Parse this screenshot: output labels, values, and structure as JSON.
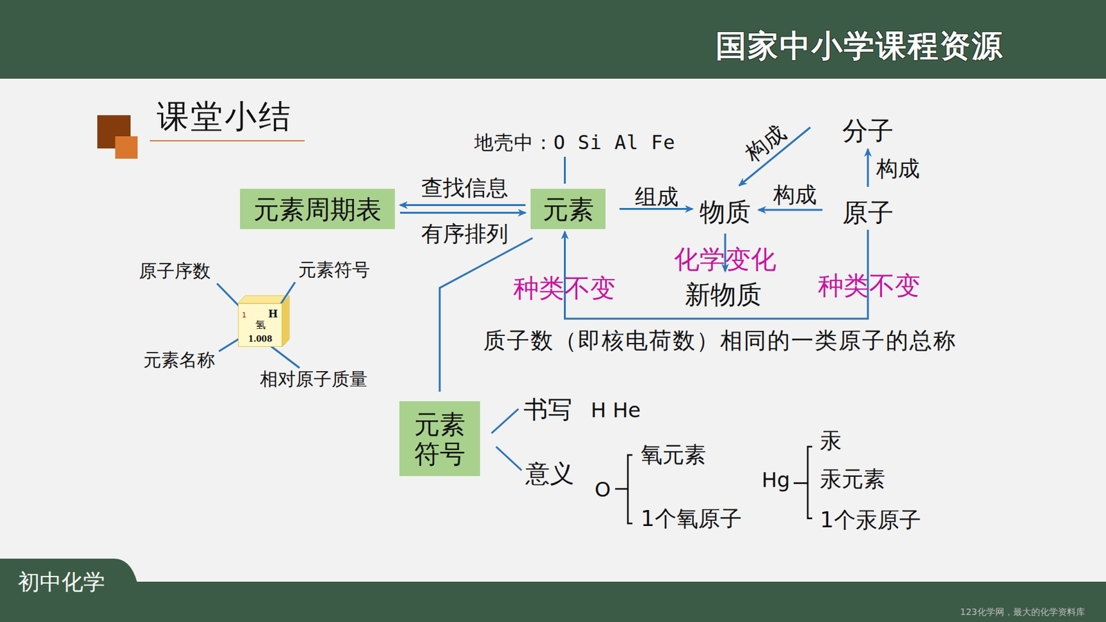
{
  "diagram": {
    "title": "课堂小结",
    "nodes": [
      {
        "text": [
          "地壳中：O Si Al Fe"
        ]
      },
      {
        "text": [
          "分子"
        ]
      },
      {
        "text": [
          "元素周期表"
        ]
      },
      {
        "text": [
          "元素"
        ]
      },
      {
        "text": [
          "物质"
        ]
      },
      {
        "text": [
          "原子"
        ]
      },
      {
        "text": [
          "1",
          "H",
          "氢",
          "1.008"
        ]
      },
      {
        "text": [
          "新物质"
        ]
      },
      {
        "text": [
          "元素符号"
        ]
      }
    ],
    "edges": [
      {
        "from": 3,
        "to": 2,
        "label": "查找信息",
        "arrow": "to"
      },
      {
        "from": 2,
        "to": 3,
        "label": "有序排列",
        "arrow": "to"
      },
      {
        "from": 0,
        "to": 3,
        "arrow": "none"
      },
      {
        "from": 3,
        "to": 4,
        "label": "组成",
        "arrow": "to"
      },
      {
        "from": 1,
        "to": 4,
        "label": "构成",
        "arrow": "to"
      },
      {
        "from": 5,
        "to": 4,
        "label": "构成",
        "arrow": "to"
      },
      {
        "from": 5,
        "to": 1,
        "label": "构成",
        "arrow": "to"
      },
      {
        "from": 4,
        "to": 7,
        "label": "化学变化",
        "arrow": "to"
      },
      {
        "from": 5,
        "to": 3,
        "label": "种类不变",
        "arrow": "to"
      },
      {
        "from": 8,
        "to": 3,
        "arrow": "none"
      }
    ],
    "labels": [
      "国家中小学课程资源",
      "原子序数",
      "元素符号",
      "元素名称",
      "相对原子质量",
      "种类不变",
      "质子数（即核电荷数）相同的一类原子的总称",
      "书写",
      "H He",
      "意义",
      "O",
      "氧元素",
      "1个氧原子",
      "Hg",
      "汞",
      "汞元素",
      "1个汞原子",
      "初中化学",
      "123化学网，最大的化学资料库"
    ]
  }
}
